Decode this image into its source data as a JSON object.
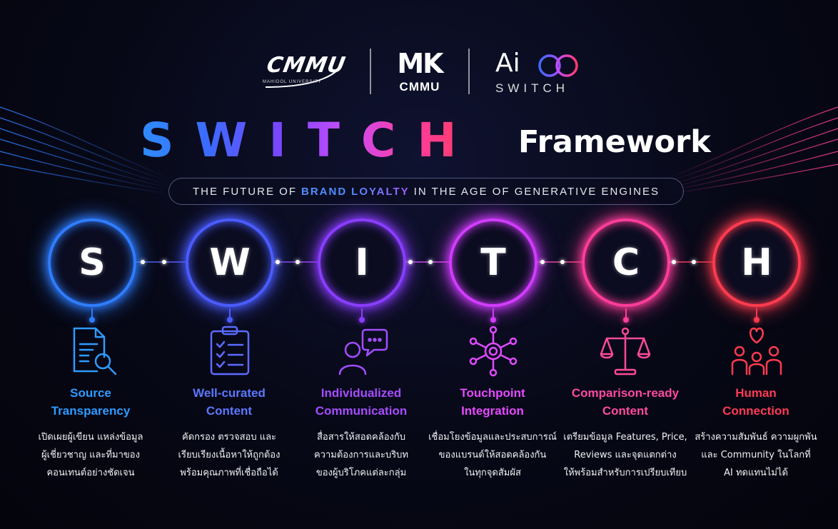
{
  "logos": {
    "cmmu_word": "CMMU",
    "cmmu_sub": "MAHIDOL UNIVERSITY",
    "mk_big": "MK",
    "mk_small": "CMMU",
    "ai_word": "Ai",
    "ai_sub": "SWITCH"
  },
  "title": {
    "letters": "SWITCH",
    "word": "Framework"
  },
  "tagline": {
    "pre": "THE FUTURE OF",
    "hl1": "BRAND",
    "hl2": "LOYALTY",
    "post": "IN THE AGE OF GENERATIVE ENGINES"
  },
  "colors": [
    "#2f7dff",
    "#4a5cff",
    "#8a3dff",
    "#d23cff",
    "#ff3d9a",
    "#ff3b4f"
  ],
  "pillars": [
    {
      "letter": "S",
      "icon": "document-search-icon",
      "heading_1": "Source",
      "heading_2": "Transparency",
      "desc_1": "เปิดเผยผู้เขียน แหล่งข้อมูล",
      "desc_2": "ผู้เชี่ยวชาญ และที่มาของ",
      "desc_3": "คอนเทนต์อย่างชัดเจน"
    },
    {
      "letter": "W",
      "icon": "checklist-clipboard-icon",
      "heading_1": "Well-curated",
      "heading_2": "Content",
      "desc_1": "คัดกรอง ตรวจสอบ และ",
      "desc_2": "เรียบเรียงเนื้อหาให้ถูกต้อง",
      "desc_3": "พร้อมคุณภาพที่เชื่อถือได้"
    },
    {
      "letter": "I",
      "icon": "person-chat-icon",
      "heading_1": "Individualized",
      "heading_2": "Communication",
      "desc_1": "สื่อสารให้สอดคล้องกับ",
      "desc_2": "ความต้องการและบริบท",
      "desc_3": "ของผู้บริโภคแต่ละกลุ่ม"
    },
    {
      "letter": "T",
      "icon": "network-hub-icon",
      "heading_1": "Touchpoint",
      "heading_2": "Integration",
      "desc_1": "เชื่อมโยงข้อมูลและประสบการณ์",
      "desc_2": "ของแบรนด์ให้สอดคล้องกัน",
      "desc_3": "ในทุกจุดสัมผัส"
    },
    {
      "letter": "C",
      "icon": "balance-scale-icon",
      "heading_1": "Comparison-ready",
      "heading_2": "Content",
      "desc_1": "เตรียมข้อมูล Features, Price,",
      "desc_2": "Reviews และจุดแตกต่าง",
      "desc_3": "ให้พร้อมสำหรับการเปรียบเทียบ"
    },
    {
      "letter": "H",
      "icon": "people-heart-icon",
      "heading_1": "Human",
      "heading_2": "Connection",
      "desc_1": "สร้างความสัมพันธ์ ความผูกพัน",
      "desc_2": "และ Community ในโลกที่",
      "desc_3": "AI ทดแทนไม่ได้"
    }
  ]
}
